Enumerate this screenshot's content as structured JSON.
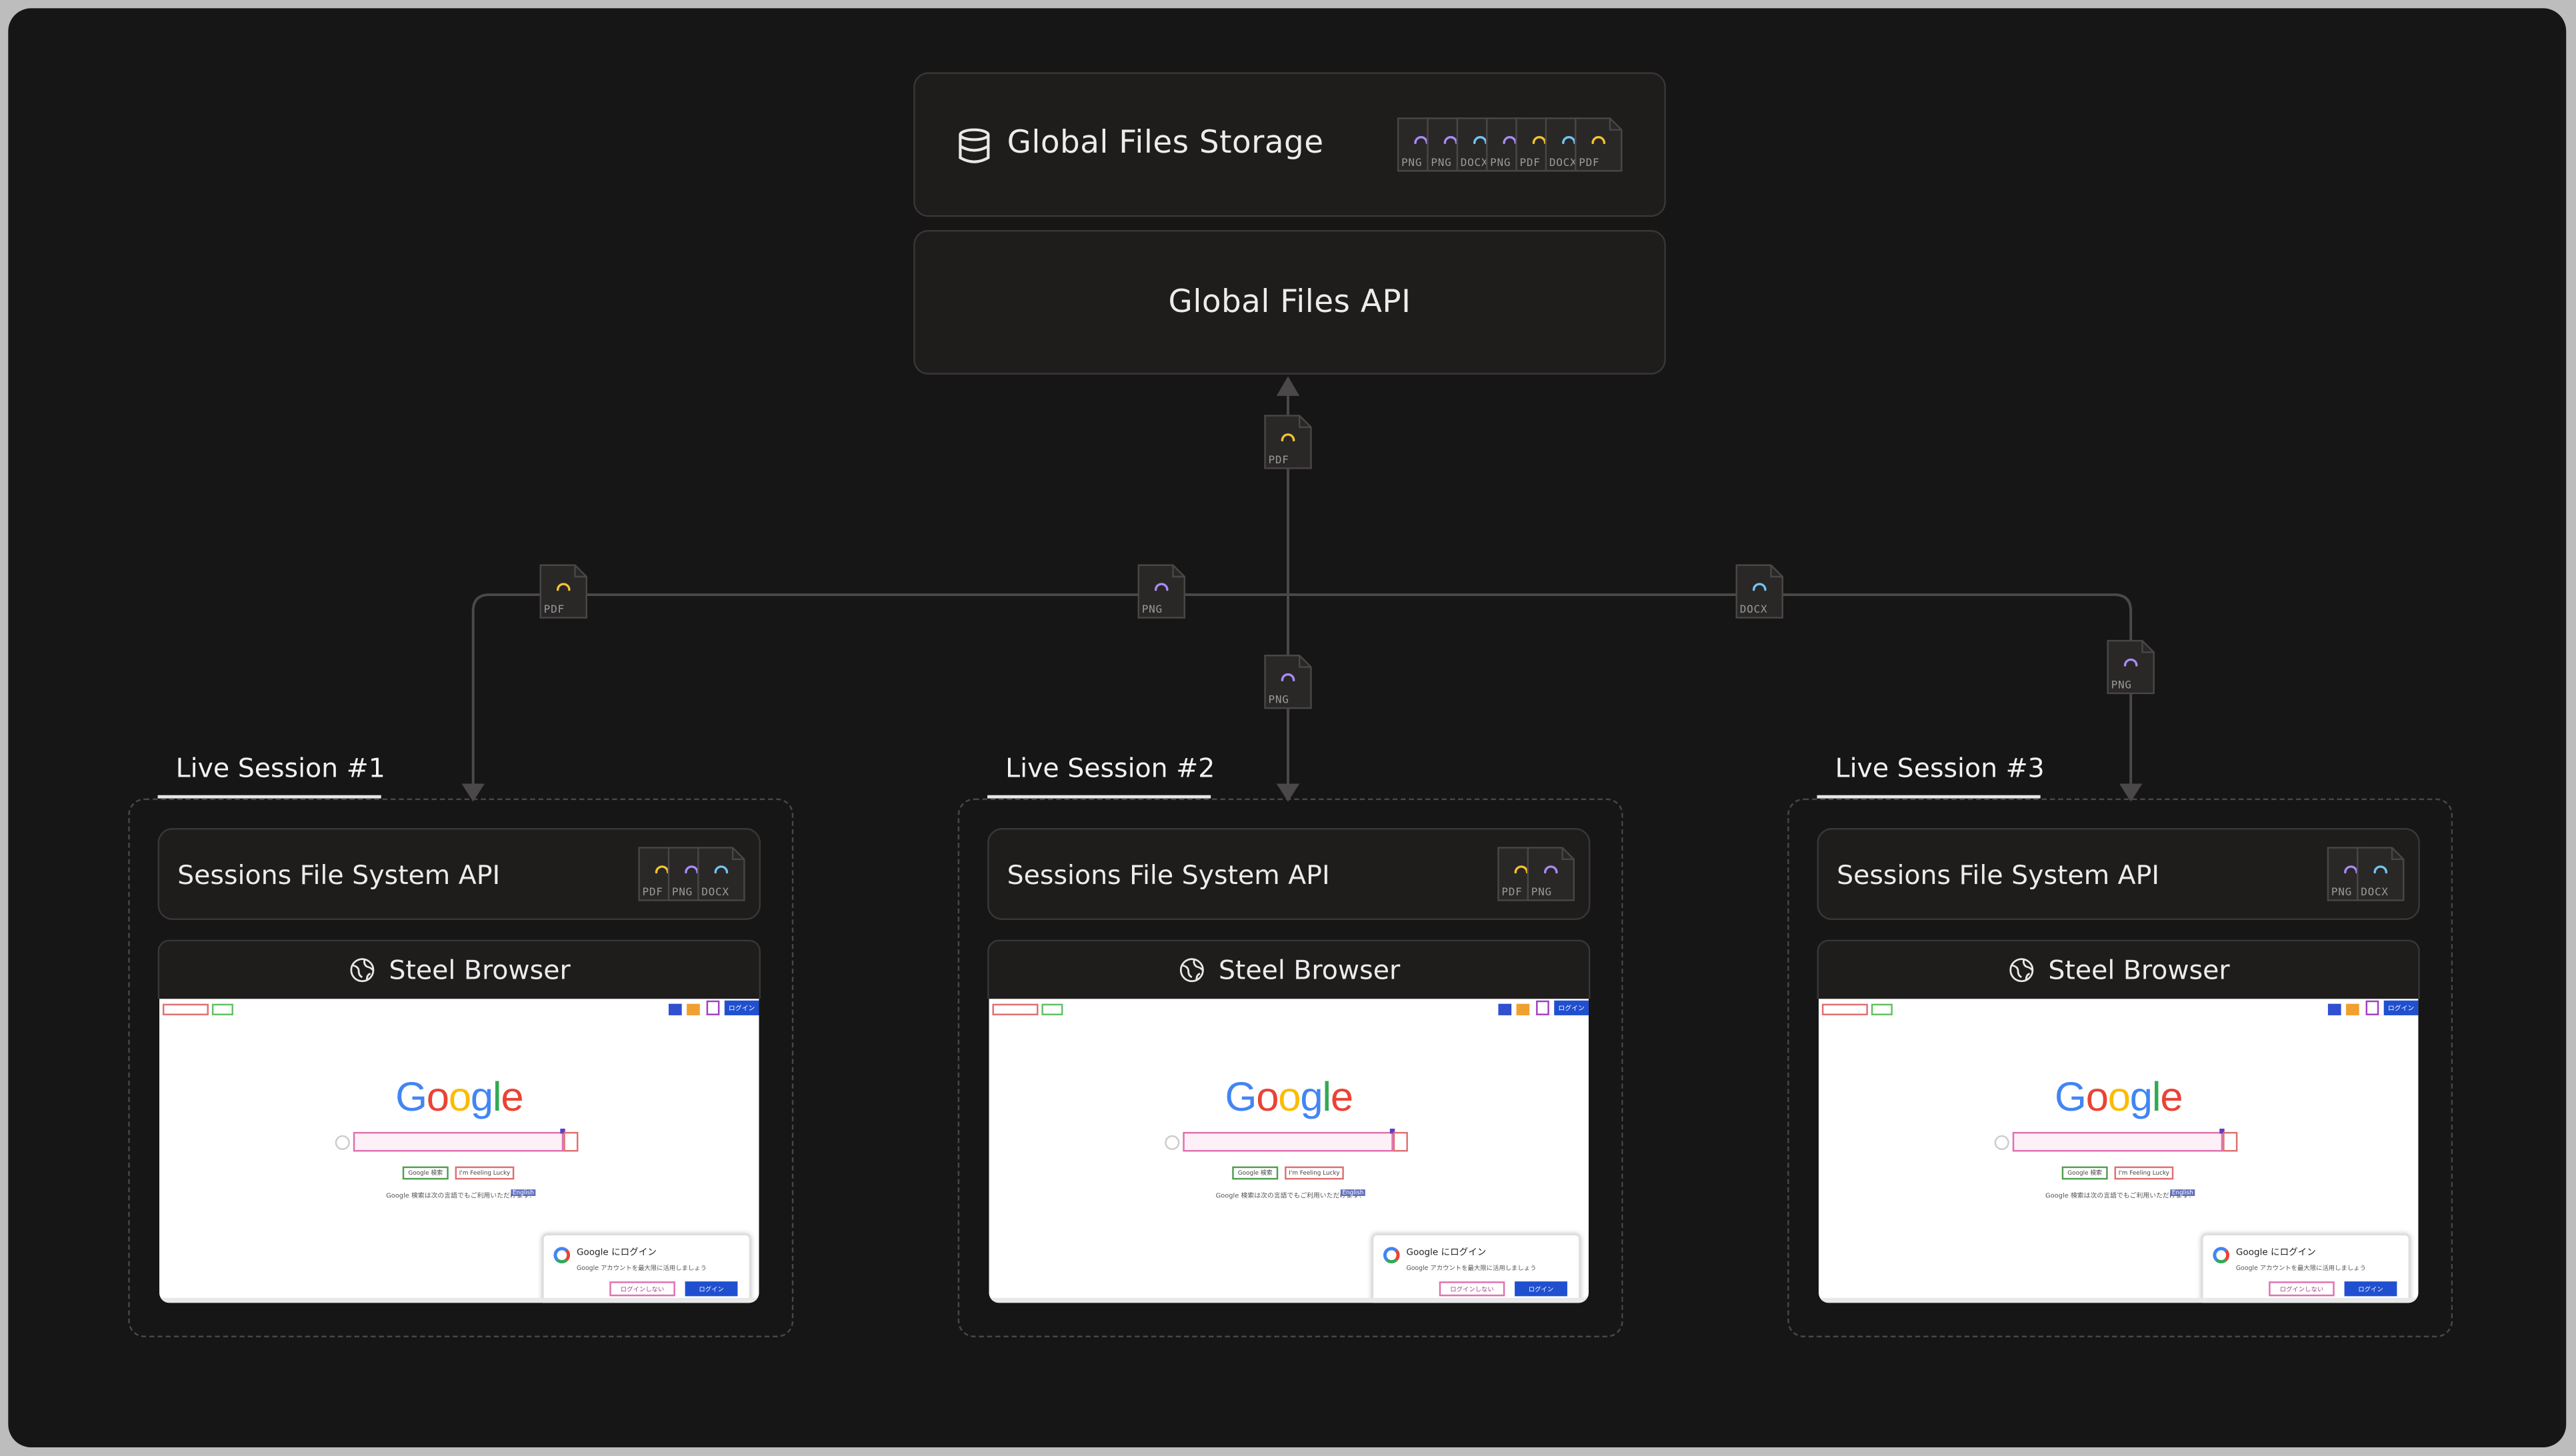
{
  "storage": {
    "title": "Global Files Storage",
    "icon": "database-icon",
    "files": [
      "PNG",
      "PNG",
      "DOCX",
      "PNG",
      "PDF",
      "DOCX",
      "PDF"
    ]
  },
  "api": {
    "title": "Global Files API"
  },
  "transit": {
    "up": "PDF",
    "branch_left": "PDF",
    "branch_mid": "PNG",
    "branch_right": "DOCX",
    "down_mid": "PNG",
    "down_right": "PNG"
  },
  "sessions": [
    {
      "title": "Live Session #1",
      "fs_api": "Sessions File System API",
      "files": [
        "PDF",
        "PNG",
        "DOCX"
      ],
      "browser_title": "Steel Browser"
    },
    {
      "title": "Live Session #2",
      "fs_api": "Sessions File System API",
      "files": [
        "PDF",
        "PNG"
      ],
      "browser_title": "Steel Browser"
    },
    {
      "title": "Live Session #3",
      "fs_api": "Sessions File System API",
      "files": [
        "PNG",
        "DOCX"
      ],
      "browser_title": "Steel Browser"
    }
  ],
  "google_page": {
    "logo": [
      "G",
      "o",
      "o",
      "g",
      "l",
      "e"
    ],
    "logo_colors": [
      "#4285F4",
      "#EA4335",
      "#FBBC05",
      "#4285F4",
      "#34A853",
      "#EA4335"
    ],
    "search_btn": "Google 検索",
    "lucky_btn": "I'm Feeling Lucky",
    "lang_note": "Google 検索は次の言語でもご利用いただけます:",
    "lang_link": "English",
    "login_title": "Google にログイン",
    "login_body": "Google アカウントを最大限に活用しましょう",
    "login_no": "ログインしない",
    "login_yes": "ログイン",
    "top_login": "ログイン"
  },
  "file_colors": {
    "PDF": "#f2c230",
    "PNG": "#a98bf5",
    "DOCX": "#6fc6f2"
  }
}
